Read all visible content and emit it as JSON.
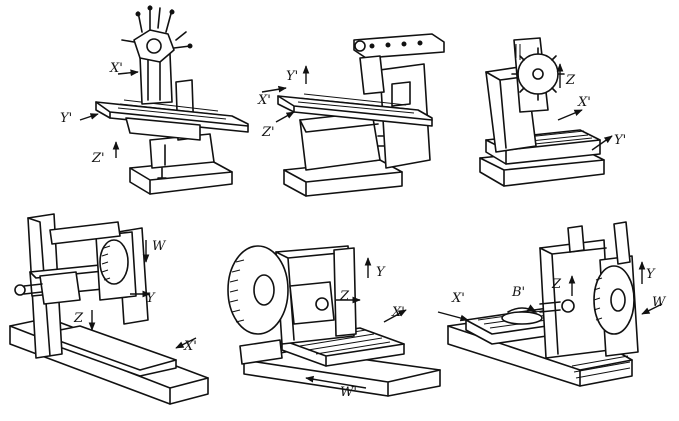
{
  "machines": [
    {
      "id": "vertical-knee-mill",
      "axes": [
        "X'",
        "Y'",
        "Z'"
      ]
    },
    {
      "id": "horizontal-knee-mill",
      "axes": [
        "Y'",
        "X'",
        "Z'"
      ]
    },
    {
      "id": "bed-mill",
      "axes": [
        "Z",
        "X'",
        "Y'"
      ]
    },
    {
      "id": "planer-mill",
      "axes": [
        "W",
        "Y",
        "Z",
        "X'"
      ]
    },
    {
      "id": "floor-boring-mill",
      "axes": [
        "Y",
        "Z",
        "X'",
        "W'"
      ]
    },
    {
      "id": "horizontal-boring-mill",
      "axes": [
        "Y",
        "B'",
        "Z",
        "X'",
        "W"
      ]
    }
  ]
}
